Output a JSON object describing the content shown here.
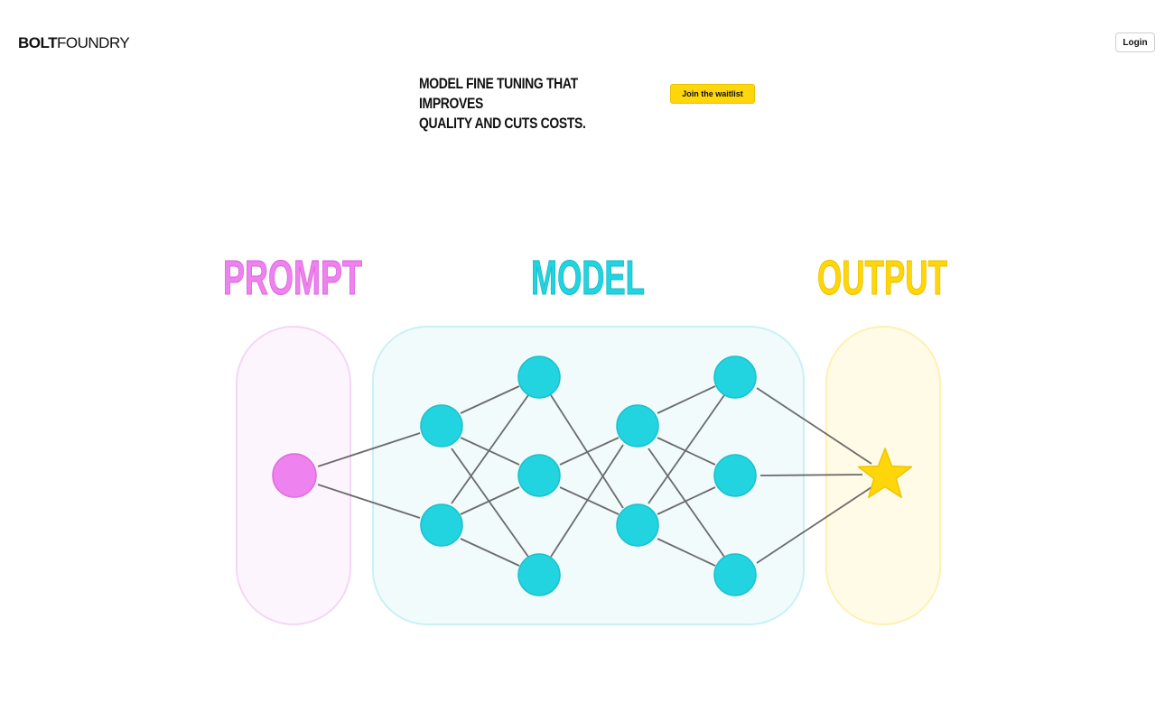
{
  "header": {
    "logo_bold": "BOLT",
    "logo_light": "FOUNDRY",
    "login_label": "Login"
  },
  "hero": {
    "headline_line1": "MODEL FINE TUNING THAT IMPROVES",
    "headline_line2": "QUALITY AND CUTS COSTS.",
    "cta_label": "Join the waitlist"
  },
  "diagram": {
    "prompt_label": "PROMPT",
    "model_label": "MODEL",
    "output_label": "OUTPUT",
    "colors": {
      "prompt": "#ee82ee",
      "model": "#22d3e0",
      "output": "#ffd60a",
      "edge": "#6b6b6b"
    }
  }
}
